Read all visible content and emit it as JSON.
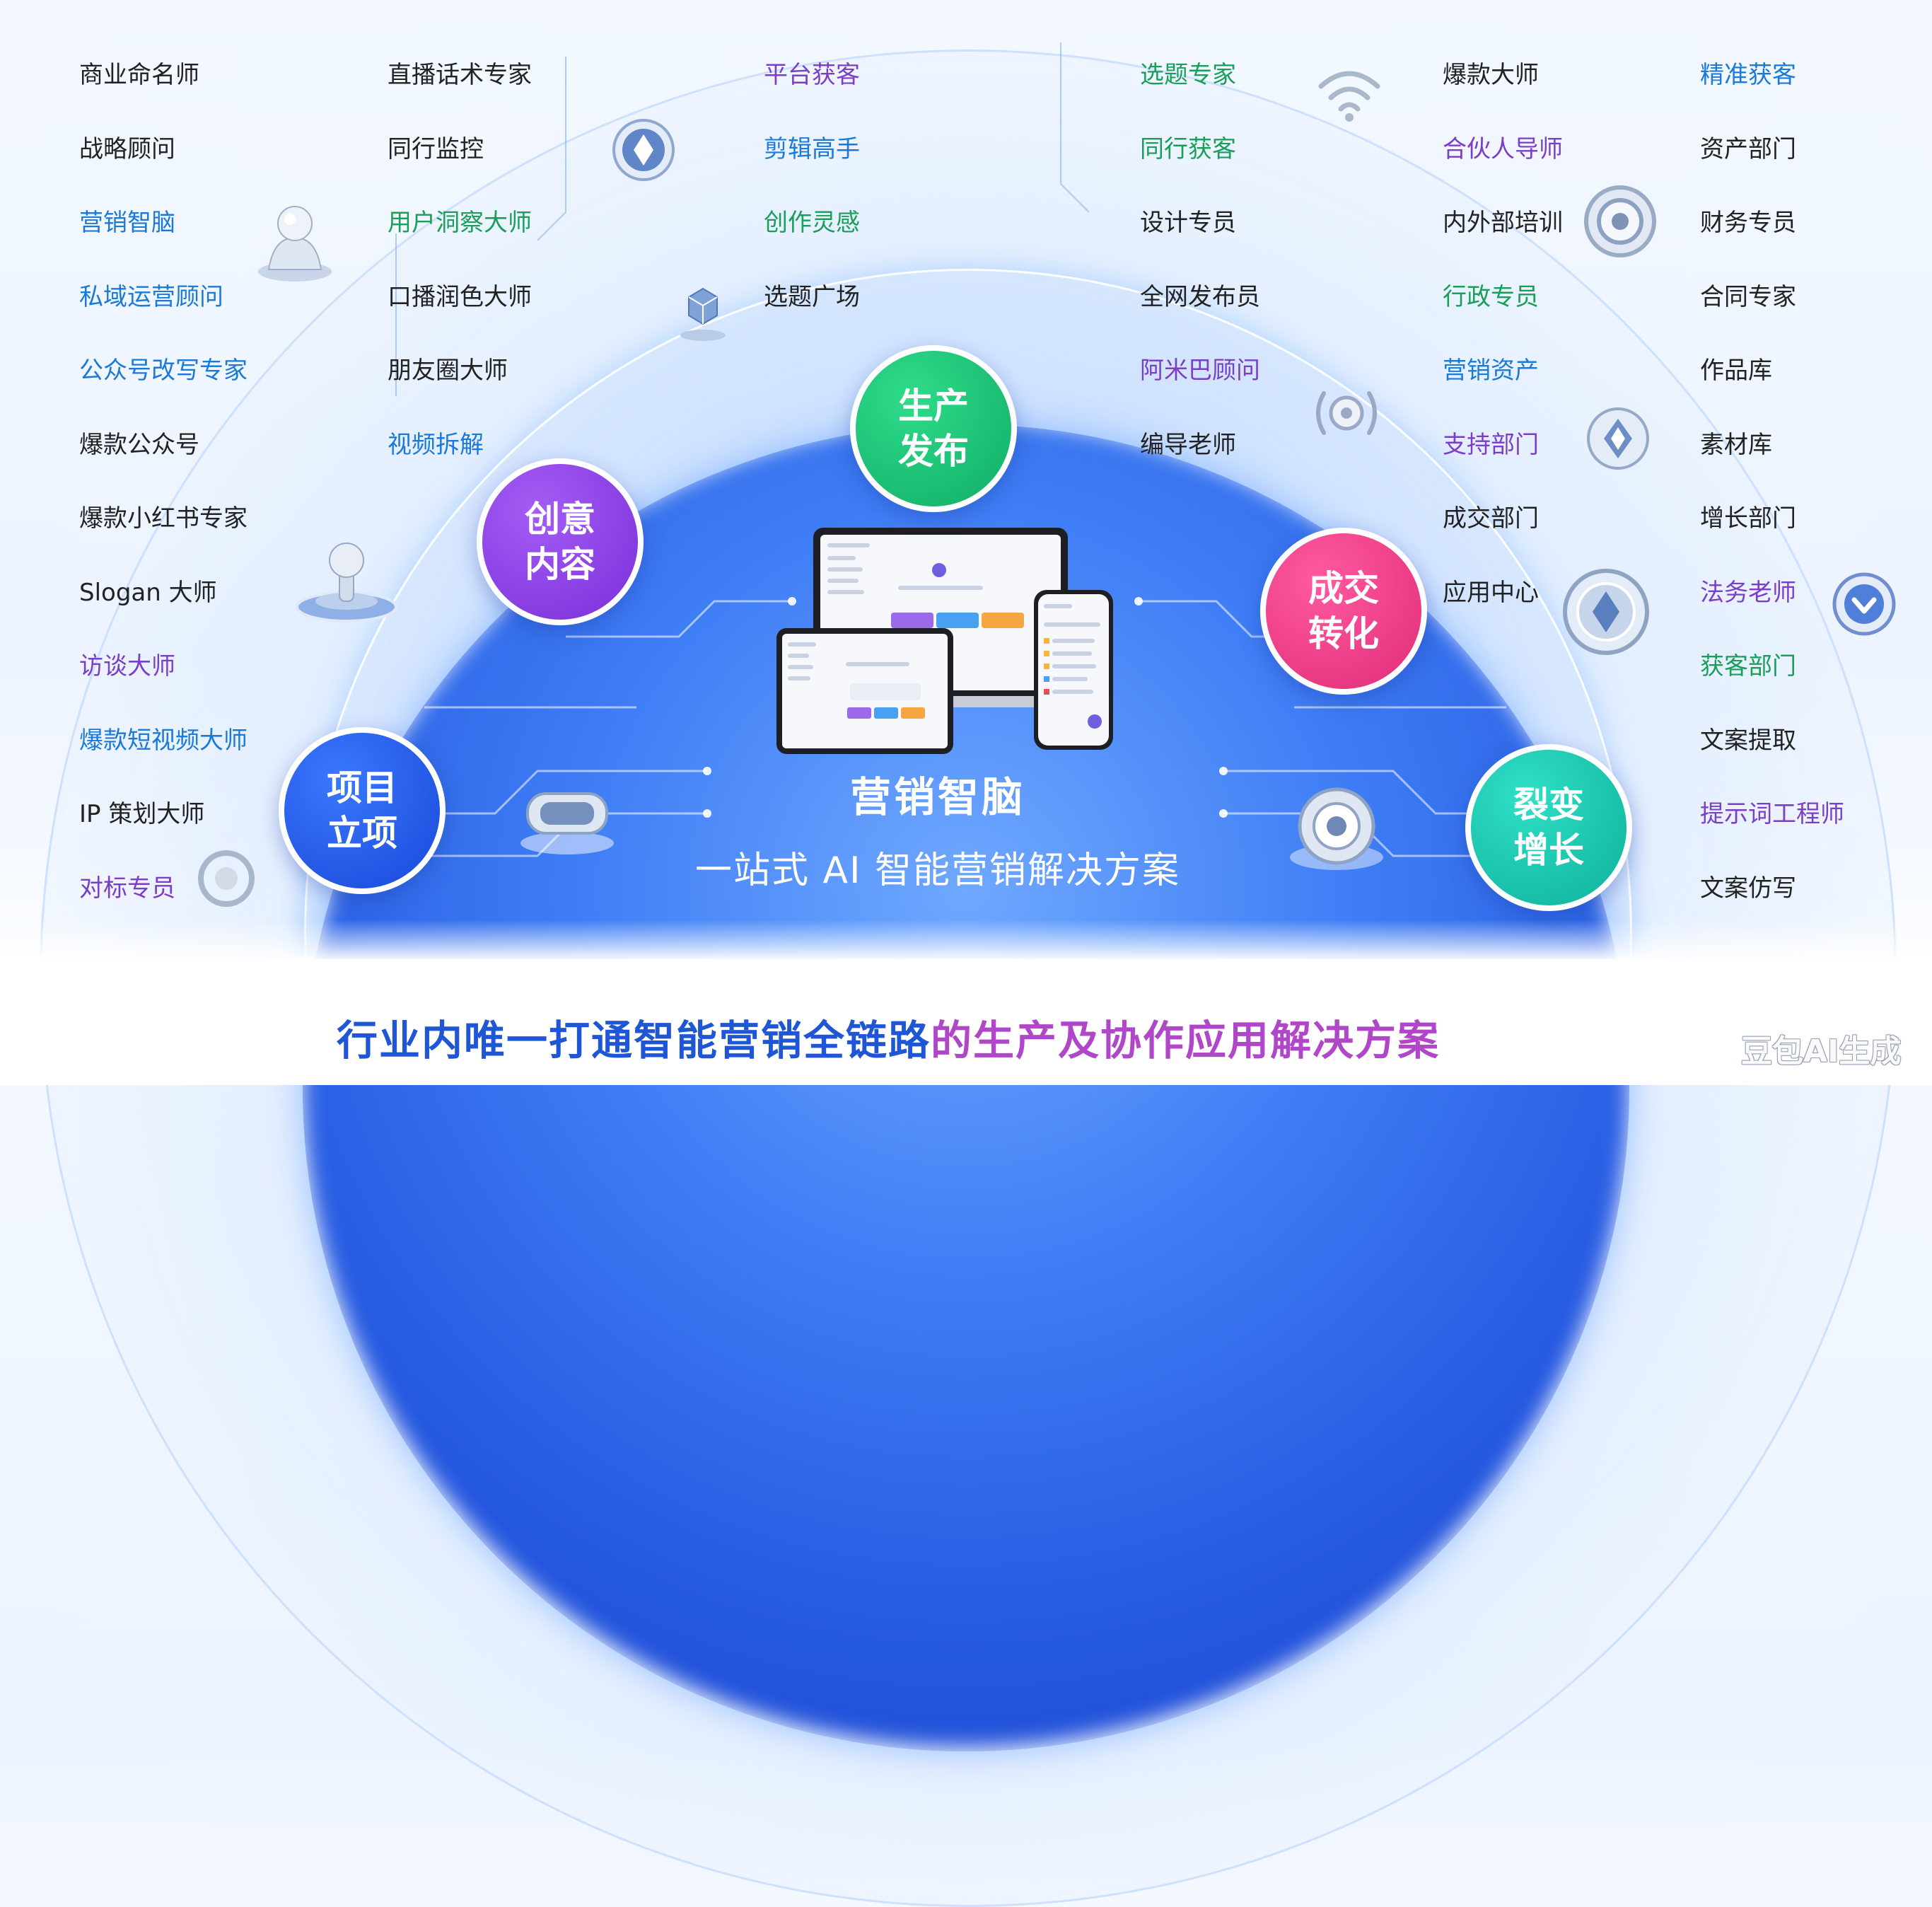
{
  "colors": {
    "text_dark": "#222222",
    "text_blue": "#1b7ad8",
    "text_purple": "#7a3fc6",
    "text_green": "#1a9e5a",
    "stage_purple": "#8a3ee6",
    "stage_green": "#19c47a",
    "stage_pink": "#f03e8e",
    "stage_teal": "#18c8b0",
    "stage_blue": "#1f56e8",
    "tagline_blue": "#1f56d6",
    "tagline_purple": "#b046c8"
  },
  "columns": [
    {
      "items": [
        {
          "text": "商业命名师",
          "color": "dark"
        },
        {
          "text": "战略顾问",
          "color": "dark"
        },
        {
          "text": "营销智脑",
          "color": "blue"
        },
        {
          "text": "私域运营顾问",
          "color": "blue"
        },
        {
          "text": "公众号改写专家",
          "color": "blue"
        },
        {
          "text": "爆款公众号",
          "color": "dark"
        },
        {
          "text": "爆款小红书专家",
          "color": "dark"
        },
        {
          "text": "Slogan 大师",
          "color": "dark"
        },
        {
          "text": "访谈大师",
          "color": "purple"
        },
        {
          "text": "爆款短视频大师",
          "color": "blue"
        },
        {
          "text": "IP 策划大师",
          "color": "dark"
        },
        {
          "text": "对标专员",
          "color": "purple"
        }
      ]
    },
    {
      "items": [
        {
          "text": "直播话术专家",
          "color": "dark"
        },
        {
          "text": "同行监控",
          "color": "dark"
        },
        {
          "text": "用户洞察大师",
          "color": "green"
        },
        {
          "text": "口播润色大师",
          "color": "dark"
        },
        {
          "text": "朋友圈大师",
          "color": "dark"
        },
        {
          "text": "视频拆解",
          "color": "blue"
        }
      ]
    },
    {
      "items": [
        {
          "text": "平台获客",
          "color": "purple"
        },
        {
          "text": "剪辑高手",
          "color": "blue"
        },
        {
          "text": "创作灵感",
          "color": "green"
        },
        {
          "text": "选题广场",
          "color": "dark"
        }
      ]
    },
    {
      "items": [
        {
          "text": "选题专家",
          "color": "green"
        },
        {
          "text": "同行获客",
          "color": "green"
        },
        {
          "text": "设计专员",
          "color": "dark"
        },
        {
          "text": "全网发布员",
          "color": "dark"
        },
        {
          "text": "阿米巴顾问",
          "color": "purple"
        },
        {
          "text": "编导老师",
          "color": "dark"
        }
      ]
    },
    {
      "items": [
        {
          "text": "爆款大师",
          "color": "dark"
        },
        {
          "text": "合伙人导师",
          "color": "purple"
        },
        {
          "text": "内外部培训",
          "color": "dark"
        },
        {
          "text": "行政专员",
          "color": "green"
        },
        {
          "text": "营销资产",
          "color": "blue"
        },
        {
          "text": "支持部门",
          "color": "purple"
        },
        {
          "text": "成交部门",
          "color": "dark"
        },
        {
          "text": "应用中心",
          "color": "dark"
        }
      ]
    },
    {
      "items": [
        {
          "text": "精准获客",
          "color": "blue"
        },
        {
          "text": "资产部门",
          "color": "dark"
        },
        {
          "text": "财务专员",
          "color": "dark"
        },
        {
          "text": "合同专家",
          "color": "dark"
        },
        {
          "text": "作品库",
          "color": "dark"
        },
        {
          "text": "素材库",
          "color": "dark"
        },
        {
          "text": "增长部门",
          "color": "dark"
        },
        {
          "text": "法务老师",
          "color": "purple"
        },
        {
          "text": "获客部门",
          "color": "green"
        },
        {
          "text": "文案提取",
          "color": "dark"
        },
        {
          "text": "提示词工程师",
          "color": "purple"
        },
        {
          "text": "文案仿写",
          "color": "dark"
        }
      ]
    }
  ],
  "stages": [
    {
      "line1": "创意",
      "line2": "内容",
      "color": "stage_purple"
    },
    {
      "line1": "生产",
      "line2": "发布",
      "color": "stage_green"
    },
    {
      "line1": "成交",
      "line2": "转化",
      "color": "stage_pink"
    },
    {
      "line1": "裂变",
      "line2": "增长",
      "color": "stage_teal"
    },
    {
      "line1": "项目",
      "line2": "立项",
      "color": "stage_blue"
    }
  ],
  "center": {
    "title": "营销智脑",
    "subtitle": "一站式 AI 智能营销解决方案"
  },
  "tagline": {
    "part1": "行业内唯一打通智能营销全链路",
    "part2": "的生产及协作应用解决方案"
  },
  "watermark": "豆包AI生成",
  "icons": [
    "user-figure-icon",
    "diamond-badge-icon",
    "cube-icon",
    "wifi-icon",
    "target-ring-icon",
    "signal-icon",
    "shield-badge-icon",
    "vr-headset-icon",
    "dome-camera-icon",
    "ring-icon",
    "chevron-badge-icon"
  ]
}
